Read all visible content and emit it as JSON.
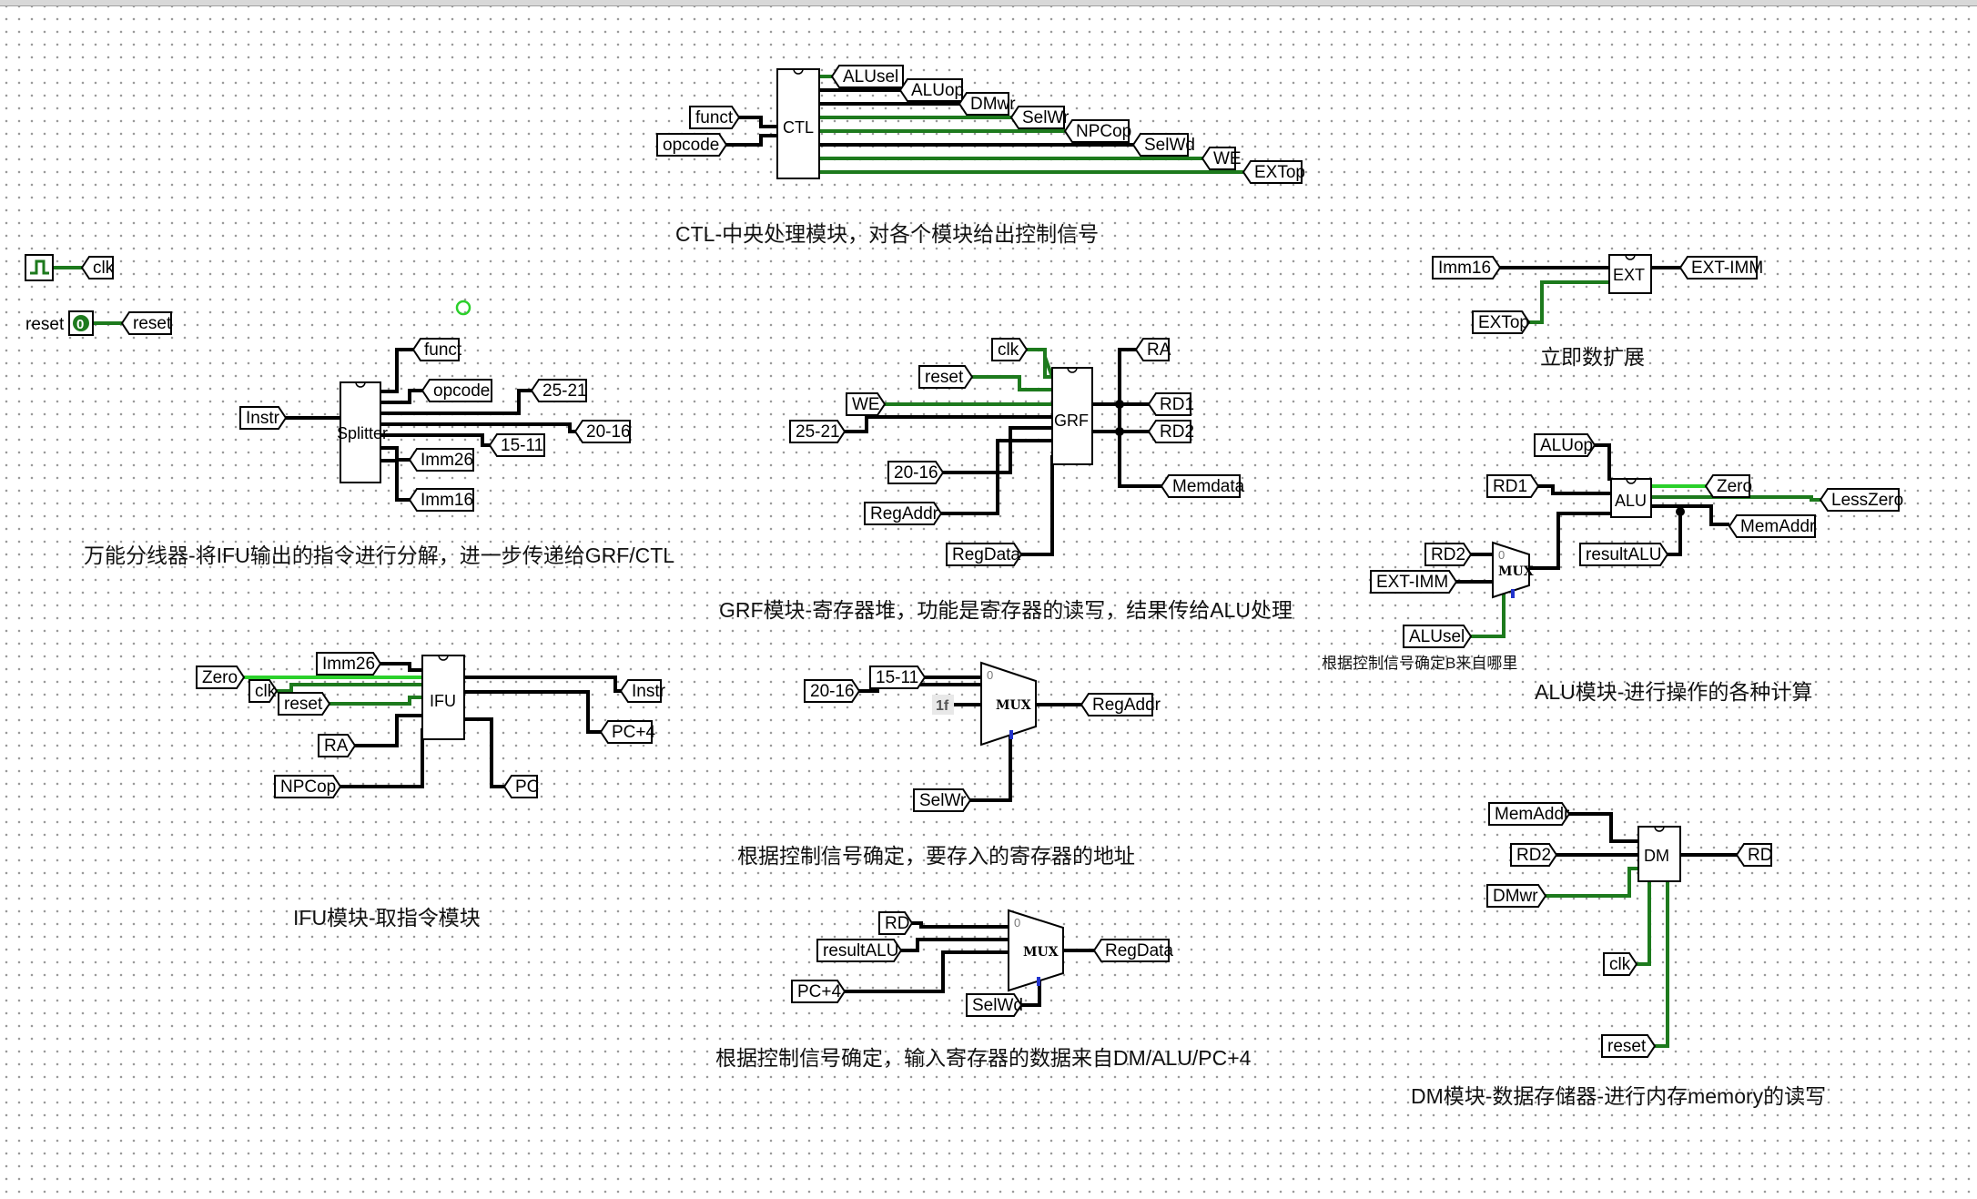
{
  "clock": {
    "label": "clk"
  },
  "reset_input": {
    "side_label": "reset",
    "value": "0",
    "tunnel": "reset"
  },
  "ctl": {
    "name": "CTL",
    "inputs": [
      "funct",
      "opcode"
    ],
    "outputs": [
      "ALUsel",
      "ALUop",
      "DMwr",
      "SelWr",
      "NPCop",
      "SelWd",
      "WE",
      "EXTop"
    ],
    "caption": "CTL-中央处理模块，对各个模块给出控制信号"
  },
  "splitter": {
    "name": "Splitter",
    "input": "Instr",
    "outputs": [
      "funct",
      "opcode",
      "25-21",
      "20-16",
      "15-11",
      "Imm26",
      "Imm16"
    ],
    "caption": "万能分线器-将IFU输出的指令进行分解，进一步传递给GRF/CTL"
  },
  "grf": {
    "name": "GRF",
    "inputs": [
      "clk",
      "reset",
      "WE",
      "25-21",
      "20-16",
      "RegAddr",
      "RegData"
    ],
    "outputs": [
      "RA",
      "RD1",
      "RD2",
      "Memdata"
    ],
    "caption": "GRF模块-寄存器堆，功能是寄存器的读写，结果传给ALU处理"
  },
  "ext": {
    "name": "EXT",
    "inputs": [
      "Imm16",
      "EXTop"
    ],
    "output": "EXT-IMM",
    "caption": "立即数扩展"
  },
  "alu": {
    "name": "ALU",
    "inputs": [
      "ALUop",
      "RD1"
    ],
    "outputs": [
      "Zero",
      "LessZero",
      "MemAddr",
      "resultALU"
    ],
    "mux_inputs": [
      "RD2",
      "EXT-IMM"
    ],
    "mux_select": "ALUsel",
    "mux_label": "MUX",
    "mux_note": "根据控制信号确定B来自哪里",
    "caption": "ALU模块-进行操作的各种计算"
  },
  "ifu": {
    "name": "IFU",
    "inputs": [
      "Zero",
      "Imm26",
      "clk",
      "reset",
      "RA",
      "NPCop"
    ],
    "outputs": [
      "Instr",
      "PC+4",
      "PC"
    ],
    "caption": "IFU模块-取指令模块"
  },
  "regaddr_mux": {
    "inputs": [
      "20-16",
      "15-11"
    ],
    "constant": "1f",
    "select": "SelWr",
    "output": "RegAddr",
    "mux_label": "MUX",
    "caption": "根据控制信号确定，要存入的寄存器的地址"
  },
  "regdata_mux": {
    "inputs": [
      "RD",
      "resultALU",
      "PC+4"
    ],
    "select": "SelWd",
    "output": "RegData",
    "mux_label": "MUX",
    "caption": "根据控制信号确定，输入寄存器的数据来自DM/ALU/PC+4"
  },
  "dm": {
    "name": "DM",
    "inputs": [
      "MemAddr",
      "RD2",
      "DMwr",
      "clk",
      "reset"
    ],
    "output": "RD",
    "caption": "DM模块-数据存储器-进行内存memory的读写"
  }
}
